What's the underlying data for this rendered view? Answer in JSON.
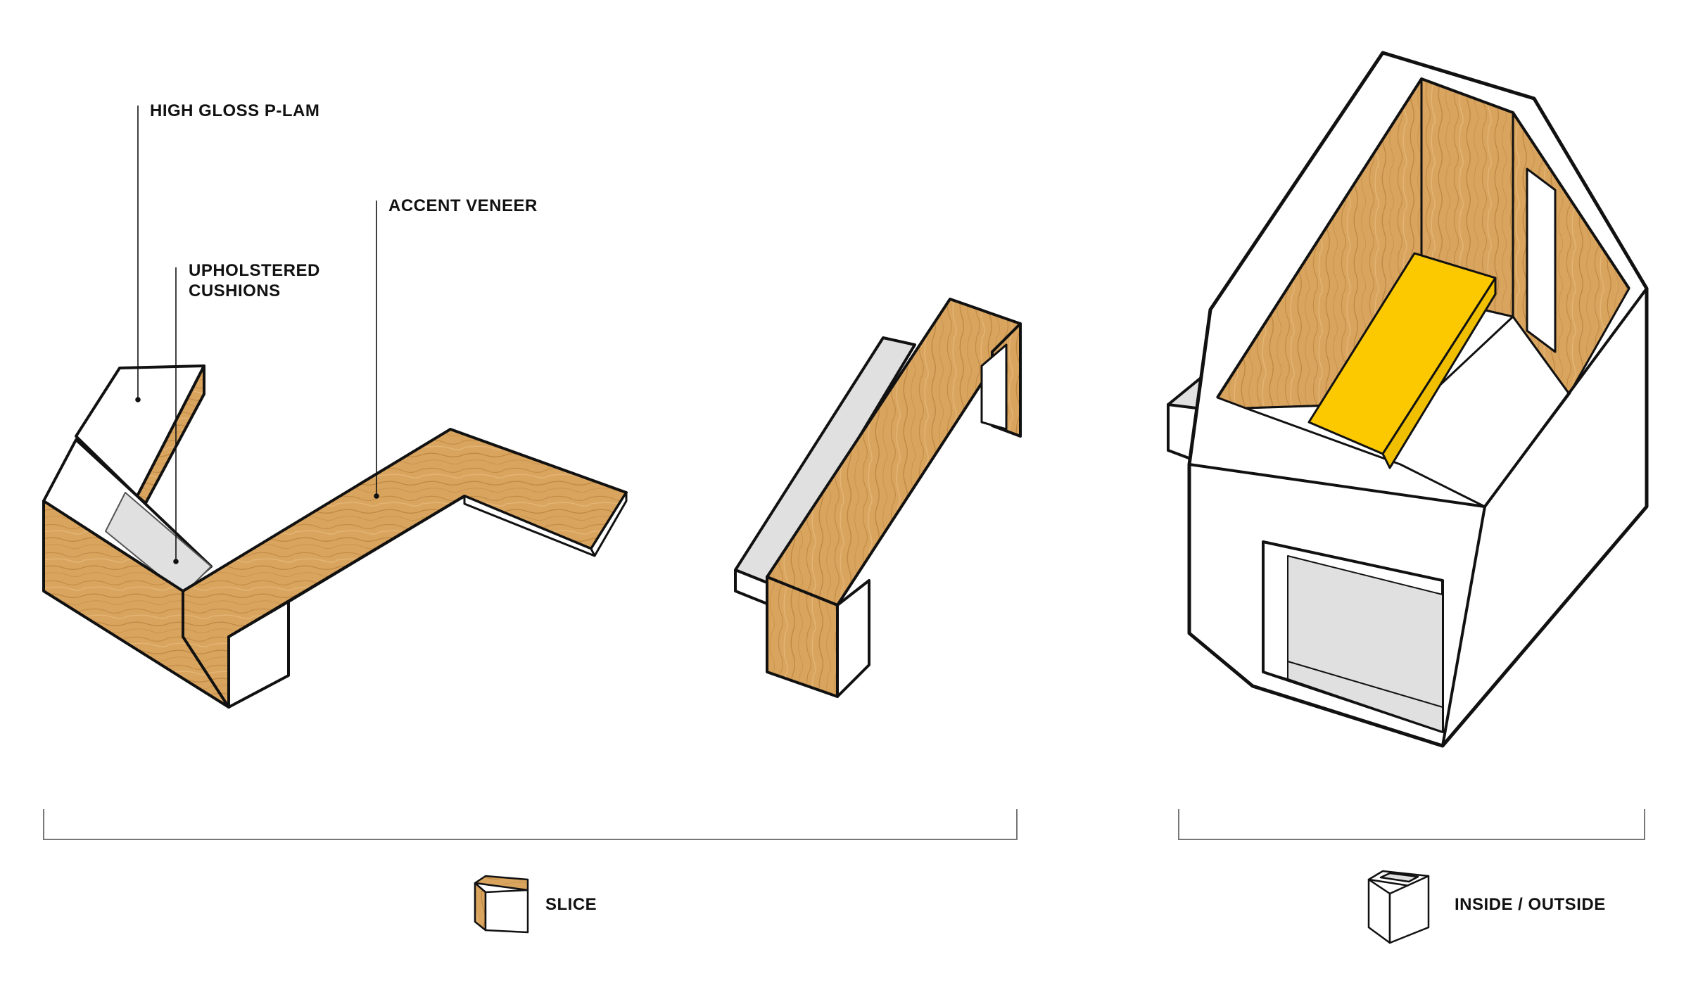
{
  "labels": {
    "high_gloss": "HIGH GLOSS P-LAM",
    "upholstered": "UPHOLSTERED\nCUSHIONS",
    "accent_veneer": "ACCENT VENEER"
  },
  "legend": {
    "slice": "SLICE",
    "inside_outside": "INSIDE / OUTSIDE"
  },
  "colors": {
    "veneer": "#d9a45e",
    "veneer_grain": "#b57f3b",
    "cushion": "#e0e0e0",
    "accent_yellow": "#fcc900",
    "outline": "#111111",
    "bracket": "#777777"
  },
  "icons": {
    "slice": "wood-cube-icon",
    "inside_outside": "hollow-cube-icon"
  }
}
